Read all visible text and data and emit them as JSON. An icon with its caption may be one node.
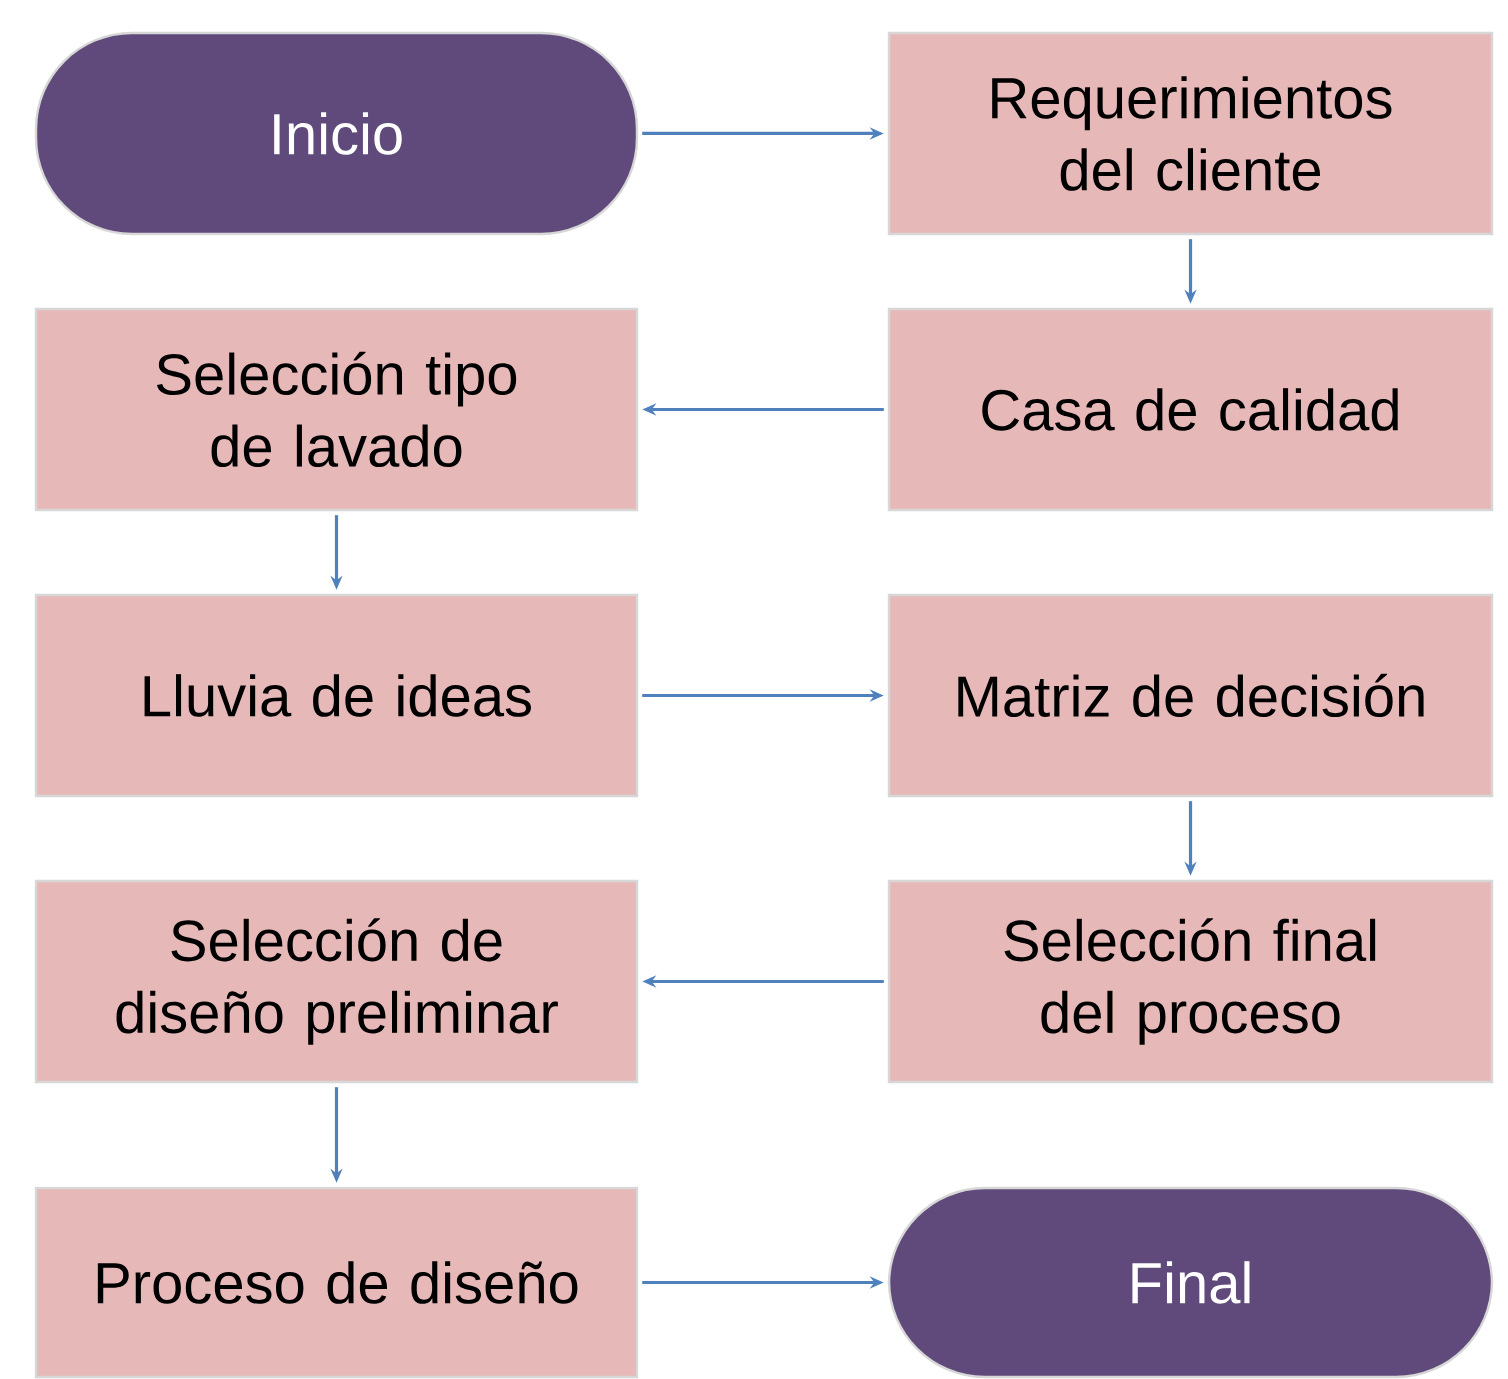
{
  "diagram": {
    "nodes": [
      {
        "text": [
          "Inicio"
        ]
      },
      {
        "text": [
          "Requerimientos del cliente"
        ]
      },
      {
        "text": [
          "Selección tipo de lavado"
        ]
      },
      {
        "text": [
          "Casa de calidad"
        ]
      },
      {
        "text": [
          "Lluvia de ideas"
        ]
      },
      {
        "text": [
          "Matriz de decisión"
        ]
      },
      {
        "text": [
          "Selección de diseño preliminar"
        ]
      },
      {
        "text": [
          "Selección final del proceso"
        ]
      },
      {
        "text": [
          "Proceso de diseño"
        ]
      },
      {
        "text": [
          "Final"
        ]
      }
    ],
    "edges": [
      {
        "from": 0,
        "to": 1,
        "arrow": "to"
      },
      {
        "from": 1,
        "to": 3,
        "arrow": "to"
      },
      {
        "from": 3,
        "to": 2,
        "arrow": "to"
      },
      {
        "from": 2,
        "to": 4,
        "arrow": "to"
      },
      {
        "from": 4,
        "to": 5,
        "arrow": "to"
      },
      {
        "from": 5,
        "to": 7,
        "arrow": "to"
      },
      {
        "from": 7,
        "to": 6,
        "arrow": "to"
      },
      {
        "from": 6,
        "to": 8,
        "arrow": "to"
      },
      {
        "from": 8,
        "to": 9,
        "arrow": "to"
      }
    ]
  }
}
